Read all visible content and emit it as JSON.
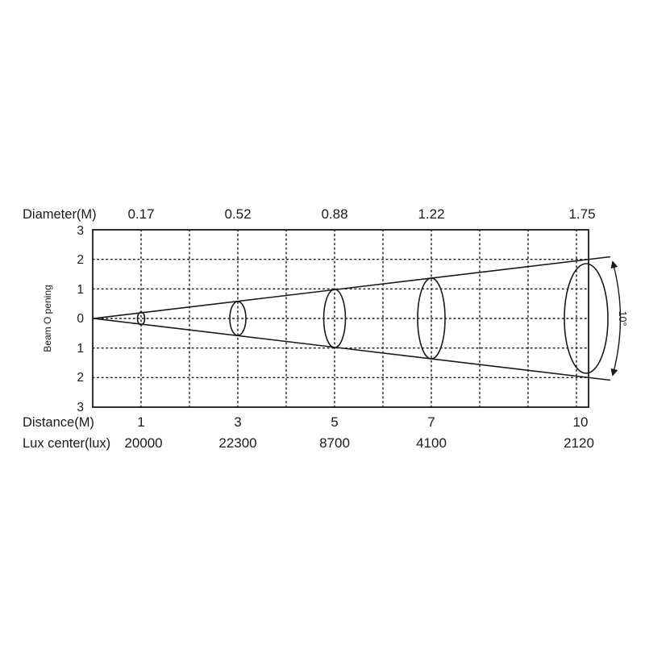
{
  "chart_data": {
    "type": "scatter",
    "title": "",
    "ylabel": "Beam O pening",
    "grid": "dotted",
    "legend": "none",
    "y_axis_ticks": [
      "3",
      "2",
      "1",
      "0",
      "1",
      "2",
      "3"
    ],
    "beam_angle_label": "10°",
    "header_row": {
      "label": "Diameter(M)",
      "values": [
        "0.17",
        "0.52",
        "0.88",
        "1.22",
        "1.75"
      ]
    },
    "distance_row": {
      "label": "Distance(M)",
      "values": [
        "1",
        "3",
        "5",
        "7",
        "10"
      ]
    },
    "lux_row": {
      "label": "Lux center(lux)",
      "values": [
        "20000",
        "22300",
        "8700",
        "4100",
        "2120"
      ]
    },
    "beam": {
      "angle_deg": 10,
      "distances_m": [
        1,
        3,
        5,
        7,
        10
      ],
      "diameters_m": [
        0.17,
        0.52,
        0.88,
        1.22,
        1.75
      ],
      "lux_center_lux": [
        20000,
        22300,
        8700,
        4100,
        2120
      ]
    },
    "line_color": "#1a1a1a"
  }
}
